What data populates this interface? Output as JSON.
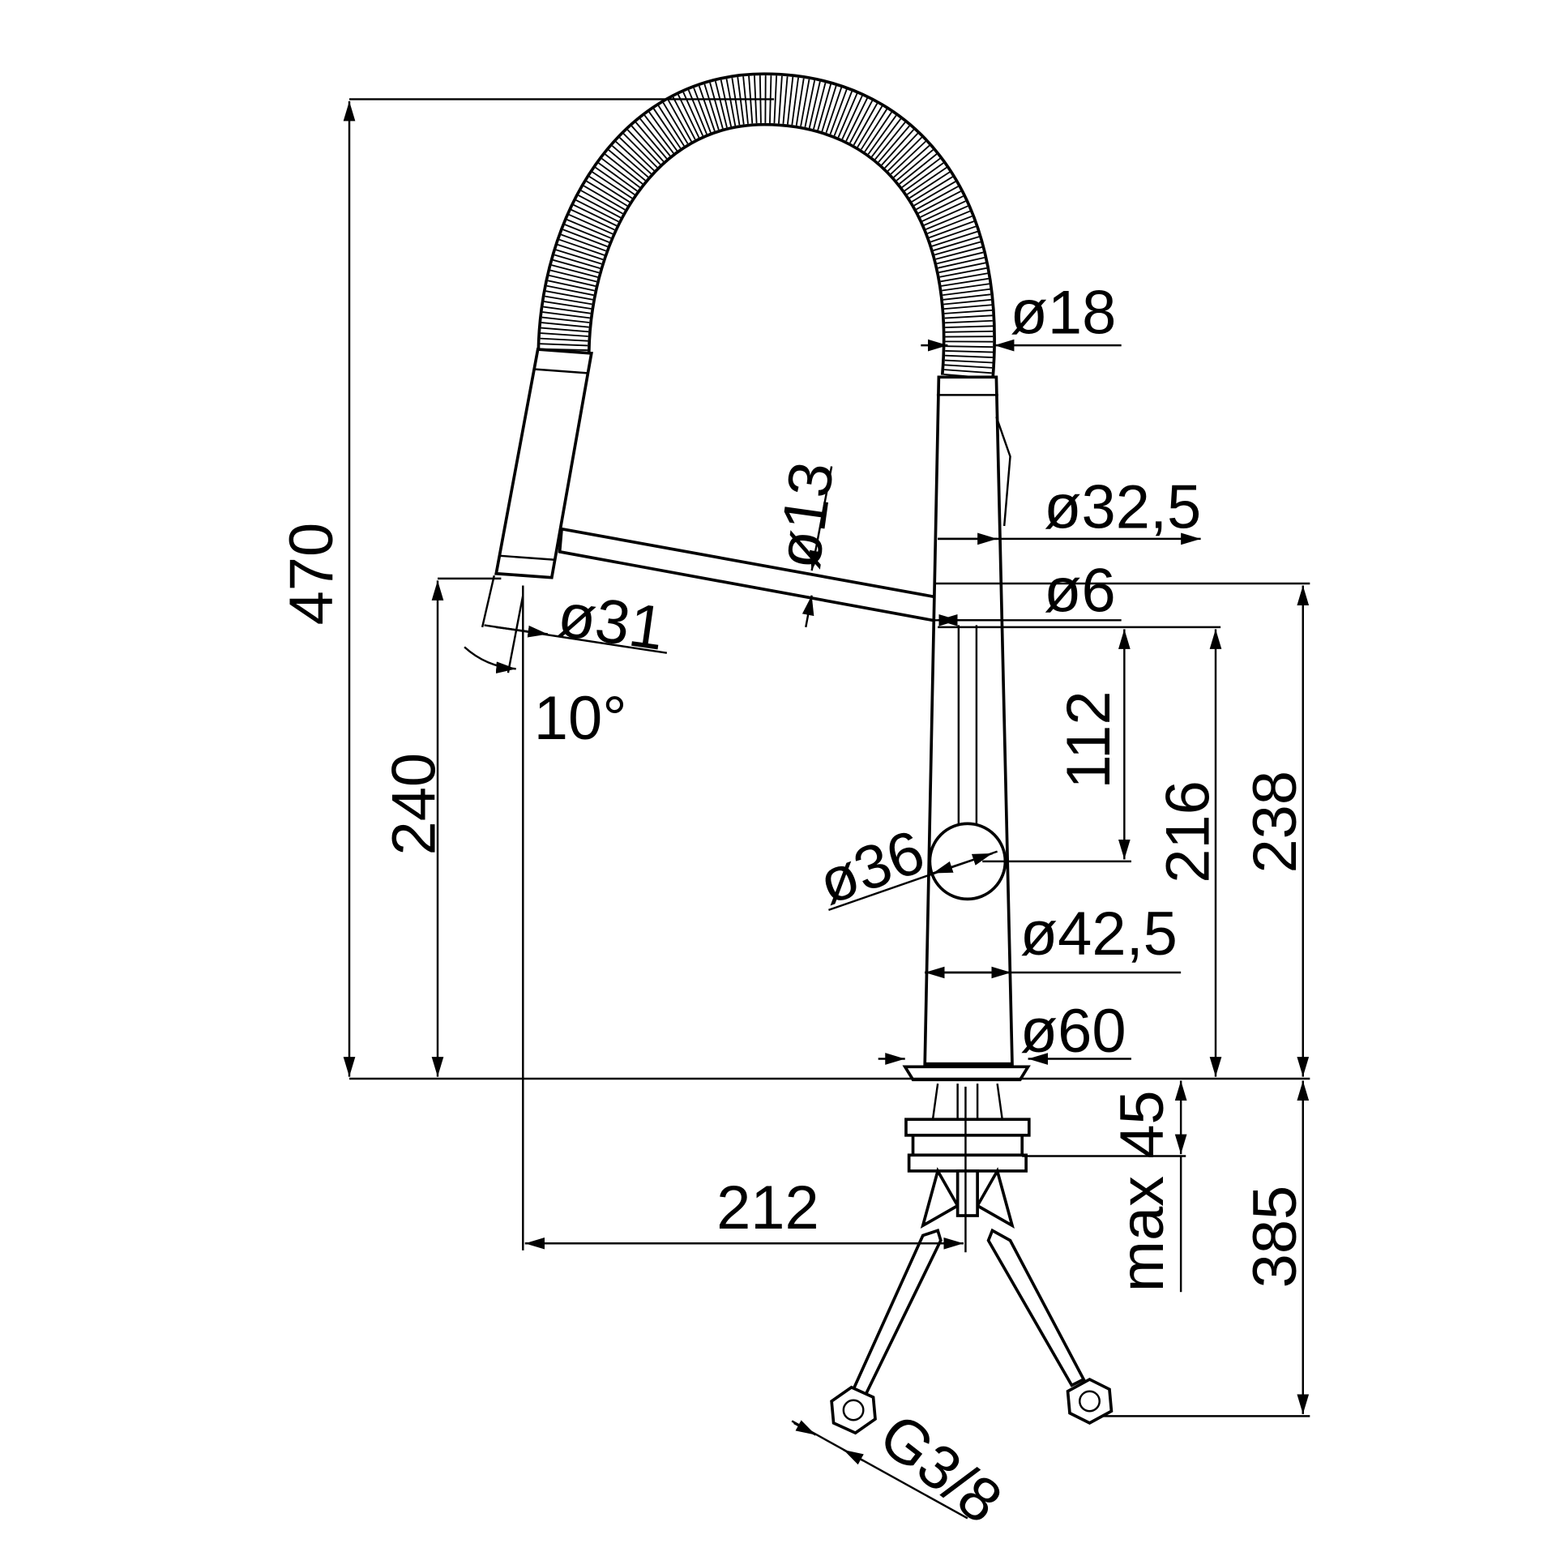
{
  "title": "Kitchen faucet with flexible spring spout — dimensional drawing",
  "dimensions": {
    "total_height": "470",
    "spout_height": "240",
    "height_238": "238",
    "height_216": "216",
    "lever_height": "112",
    "under_sink": "385",
    "max_deck": "max 45",
    "reach": "212",
    "hose_dia": "ø18",
    "body_top_dia": "ø32,5",
    "arm_ring_dia": "ø6",
    "arm_dia": "ø13",
    "spray_dia": "ø31",
    "tilt_angle": "10°",
    "lever_dia": "ø36",
    "body_dia": "ø42,5",
    "base_dia": "ø60",
    "connection": "G3/8"
  },
  "colors": {
    "line": "#000000",
    "background": "#ffffff"
  }
}
